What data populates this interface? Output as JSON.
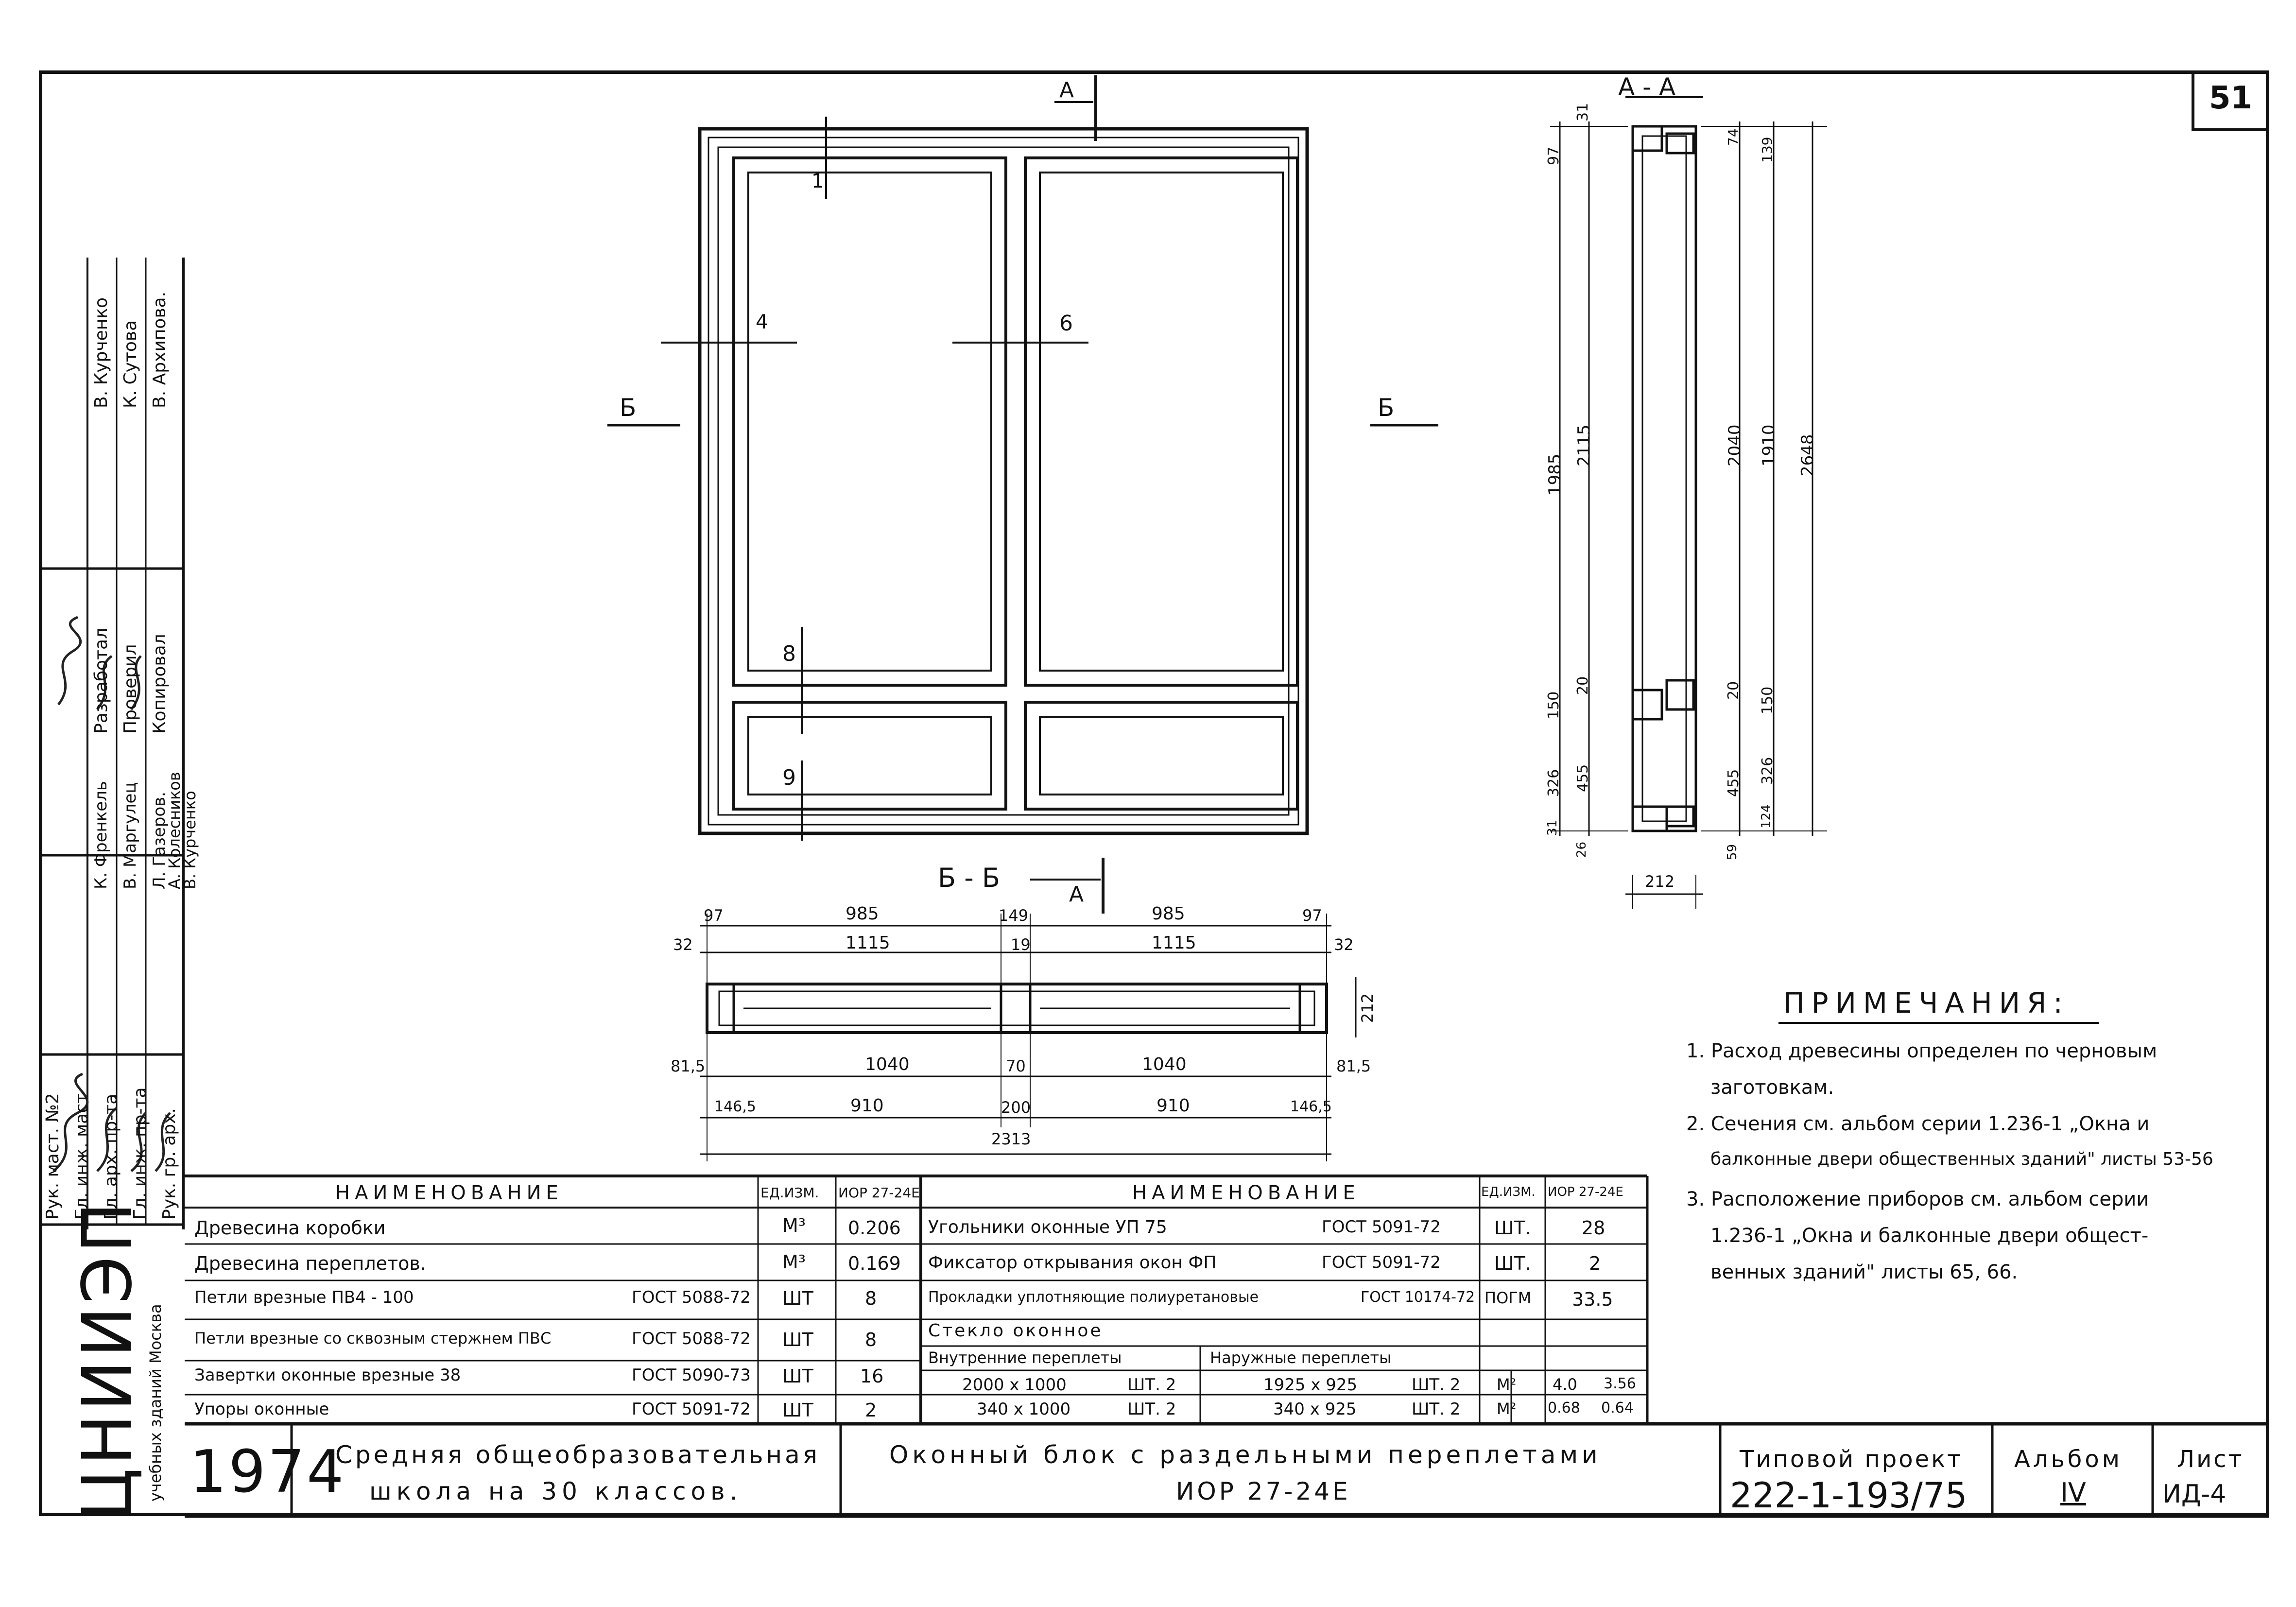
{
  "sheet_number": "51",
  "drawing": {
    "section_aa": "А - А",
    "section_bb": "Б - Б",
    "mark_a": "А",
    "mark_b": "Б",
    "callouts": [
      "1",
      "4",
      "6",
      "8",
      "9"
    ],
    "front_view": {},
    "plan_dims_top": [
      "97",
      "985",
      "149",
      "985",
      "97"
    ],
    "plan_dims_top2": [
      "32",
      "1115",
      "19",
      "1115",
      "32"
    ],
    "plan_height": "212",
    "plan_dims_bottom": [
      "81,5",
      "1040",
      "70",
      "1040",
      "81,5"
    ],
    "plan_dims_bottom2": [
      "146,5",
      "910",
      "200",
      "910",
      "146,5"
    ],
    "plan_total": "2313",
    "sect_left_dims": [
      "97",
      "31",
      "1985",
      "2115",
      "150",
      "20",
      "326",
      "455",
      "31",
      "26"
    ],
    "sect_right_dims": [
      "74",
      "139",
      "2040",
      "1910",
      "2648",
      "20",
      "150",
      "455",
      "326",
      "124",
      "59"
    ],
    "sect_bottom": "212"
  },
  "notes": {
    "title": "ПРИМЕЧАНИЯ:",
    "lines": [
      "1. Расход древесины определен по черновым",
      "заготовкам.",
      "2. Сечения см. альбом серии 1.236-1 „Окна и",
      "балконные двери общественных зданий\" листы 53-56",
      "3. Расположение приборов см. альбом серии",
      "1.236-1 „Окна и балконные двери общест-",
      "венных зданий\" листы 65, 66."
    ]
  },
  "spec_left": {
    "headers": [
      "НАИМЕНОВАНИЕ",
      "ЕД.ИЗМ.",
      "ИОР 27-24Е"
    ],
    "rows": [
      {
        "name": "Древесина коробки",
        "gost": "",
        "unit": "М³",
        "qty": "0.206"
      },
      {
        "name": "Древесина переплетов.",
        "gost": "",
        "unit": "М³",
        "qty": "0.169"
      },
      {
        "name": "Петли врезные ПВ4 - 100",
        "gost": "ГОСТ 5088-72",
        "unit": "ШТ",
        "qty": "8"
      },
      {
        "name": "Петли врезные со сквозным стержнем ПВС",
        "gost": "ГОСТ 5088-72",
        "unit": "ШТ",
        "qty": "8"
      },
      {
        "name": "Завертки оконные врезные 38",
        "gost": "ГОСТ 5090-73",
        "unit": "ШТ",
        "qty": "16"
      },
      {
        "name": "Упоры оконные",
        "gost": "ГОСТ 5091-72",
        "unit": "ШТ",
        "qty": "2"
      }
    ]
  },
  "spec_right": {
    "headers": [
      "НАИМЕНОВАНИЕ",
      "ЕД.ИЗМ.",
      "ИОР 27-24Е"
    ],
    "rows": [
      {
        "name": "Угольники оконные УП 75",
        "gost": "ГОСТ 5091-72",
        "unit": "ШТ.",
        "qty": "28"
      },
      {
        "name": "Фиксатор открывания окон ФП",
        "gost": "ГОСТ 5091-72",
        "unit": "ШТ.",
        "qty": "2"
      },
      {
        "name": "Прокладки уплотняющие полиуретановые",
        "gost": "ГОСТ 10174-72",
        "unit": "ПОГМ",
        "qty": "33.5"
      }
    ],
    "glass_title": "Стекло оконное",
    "glass_inner": "Внутренние переплеты",
    "glass_outer": "Наружные переплеты",
    "glass_rows": [
      {
        "inner": "2000 х 1000",
        "inner_qty": "ШТ. 2",
        "outer": "1925 х 925",
        "outer_qty": "ШТ. 2",
        "unit": "М²",
        "v1": "4.0",
        "v2": "3.56"
      },
      {
        "inner": "340 х 1000",
        "inner_qty": "ШТ. 2",
        "outer": "340 х 925",
        "outer_qty": "ШТ. 2",
        "unit": "М²",
        "v1": "0.68",
        "v2": "0.64"
      }
    ]
  },
  "title_block": {
    "year": "1974",
    "school_line1": "Средняя общеобразовательная",
    "school_line2": "школа на 30 классов.",
    "title_line1": "Оконный блок с раздельными переплетами",
    "title_line2": "ИОР 27-24Е",
    "project_label": "Типовой проект",
    "project_number": "222-1-193/75",
    "album_label": "Альбом",
    "album_value": "IV",
    "sheet_label": "Лист",
    "sheet_value": "ИД-4",
    "org": "ЦНИИЭП",
    "org_sub": "учебных зданий Москва"
  },
  "stamp": {
    "roles": [
      "Рук. маст. №2",
      "Гл. инж. маст",
      "Гл. арх. пр-та",
      "Гл. инж. пр-та",
      "Рук. гр. арх."
    ],
    "names": [
      "К. Френкель",
      "В. Маргулец",
      "Л. Газеров.",
      "А. Колесников",
      "В. Курченко"
    ],
    "roles2": [
      "Разработал",
      "Проверил",
      "Копировал"
    ],
    "names2": [
      "В. Курченко",
      "К. Сутова",
      "В. Архипова."
    ]
  }
}
